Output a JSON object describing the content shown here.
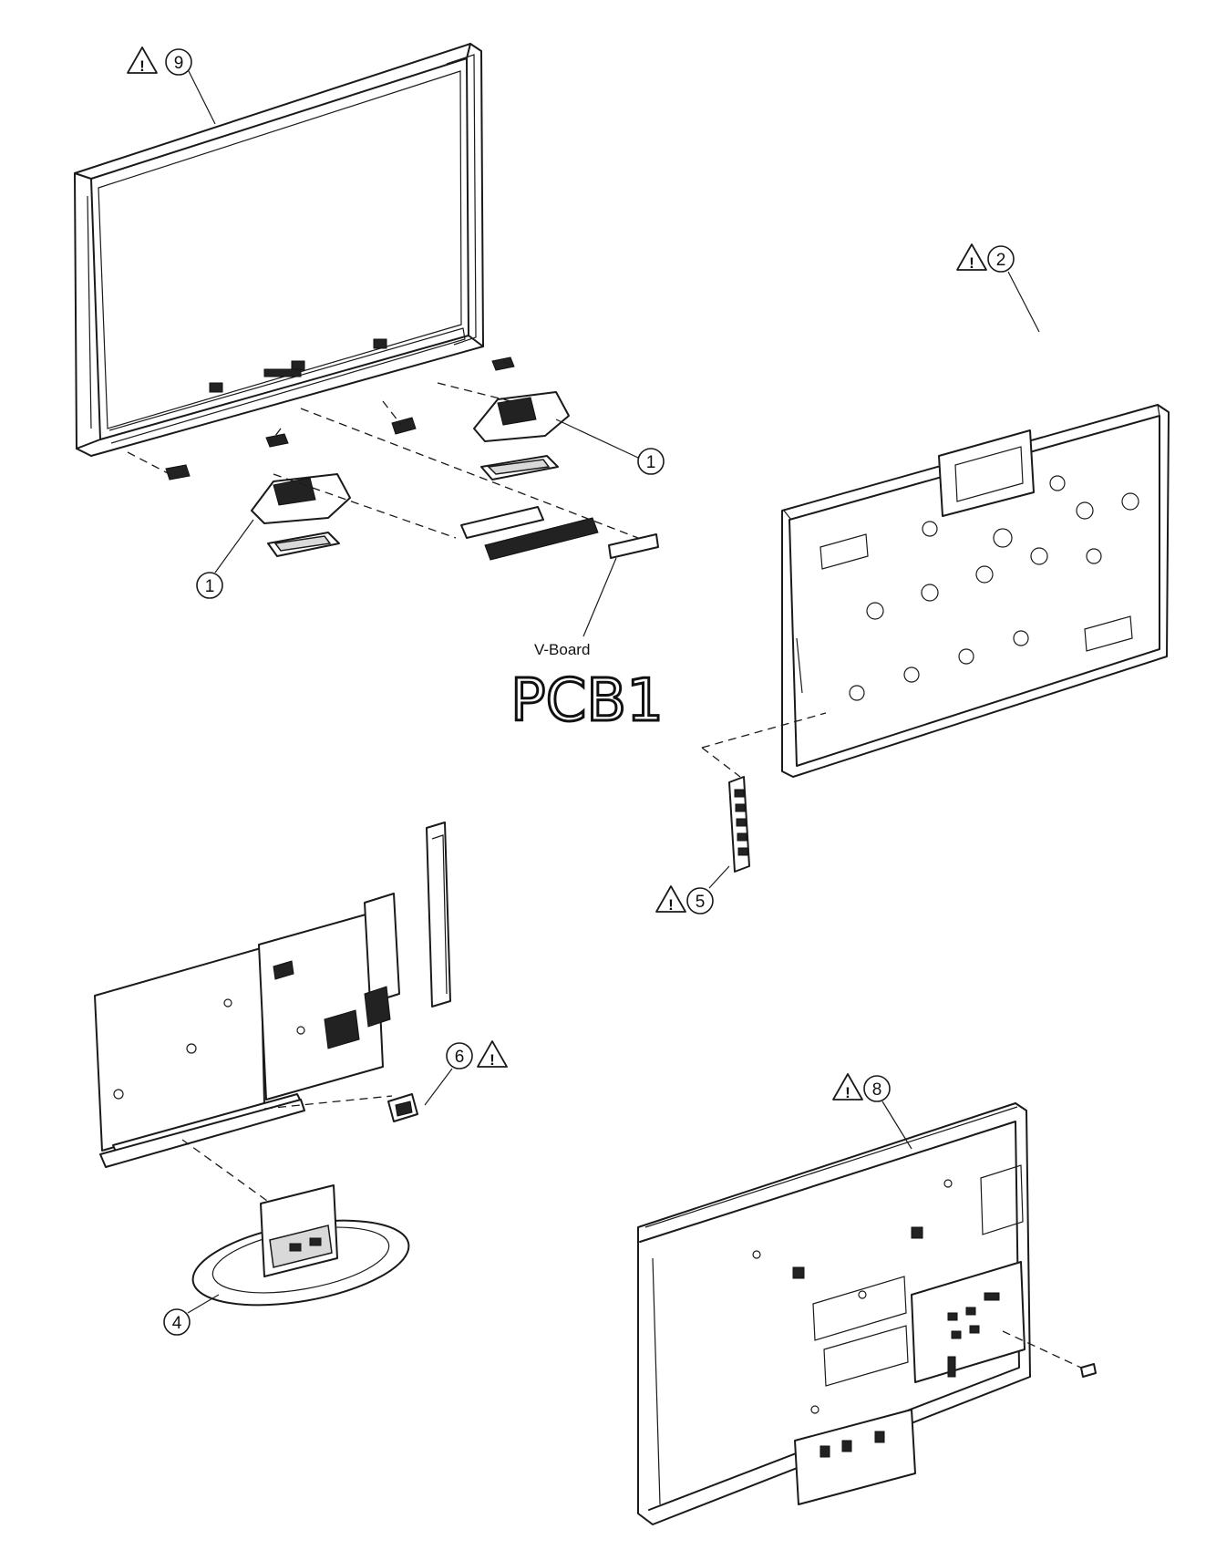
{
  "callouts": {
    "front_cabinet": "9",
    "bracket_right": "1",
    "bracket_left": "1",
    "back_plate": "2",
    "speaker_module": "5",
    "cord_holder": "6",
    "pedestal": "4",
    "back_cover": "8"
  },
  "labels": {
    "v_board": "V-Board",
    "handwritten_note": "PCB1"
  },
  "warning_symbol": "!",
  "colors": {
    "line": "#1a1a1a",
    "background": "#ffffff"
  }
}
